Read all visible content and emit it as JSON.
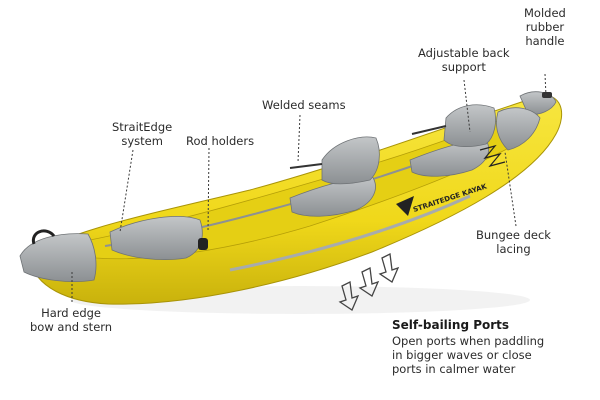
{
  "callouts": {
    "back_support": {
      "line1": "Adjustable back",
      "line2": "support"
    },
    "handle": {
      "line1": "Molded",
      "line2": "rubber",
      "line3": "handle"
    },
    "welded_seams": "Welded seams",
    "straitedge": {
      "line1": "StraitEdge",
      "line2": "system"
    },
    "rod_holders": "Rod holders",
    "bungee": {
      "line1": "Bungee deck",
      "line2": "lacing"
    },
    "hard_edge": {
      "line1": "Hard edge",
      "line2": "bow and stern"
    },
    "self_bailing": {
      "title": "Self-bailing Ports",
      "line1": "Open ports when paddling",
      "line2": "in bigger waves or close",
      "line3": "ports in calmer water"
    }
  },
  "hull_brand": "STRAITEDGE KAYAK",
  "colors": {
    "hull_yellow": "#f2dc1e",
    "hull_shadow": "#c8b10c",
    "fabric_gray": "#a9adb0",
    "fabric_dark": "#7f8386",
    "leader": "#3a3a3a"
  }
}
